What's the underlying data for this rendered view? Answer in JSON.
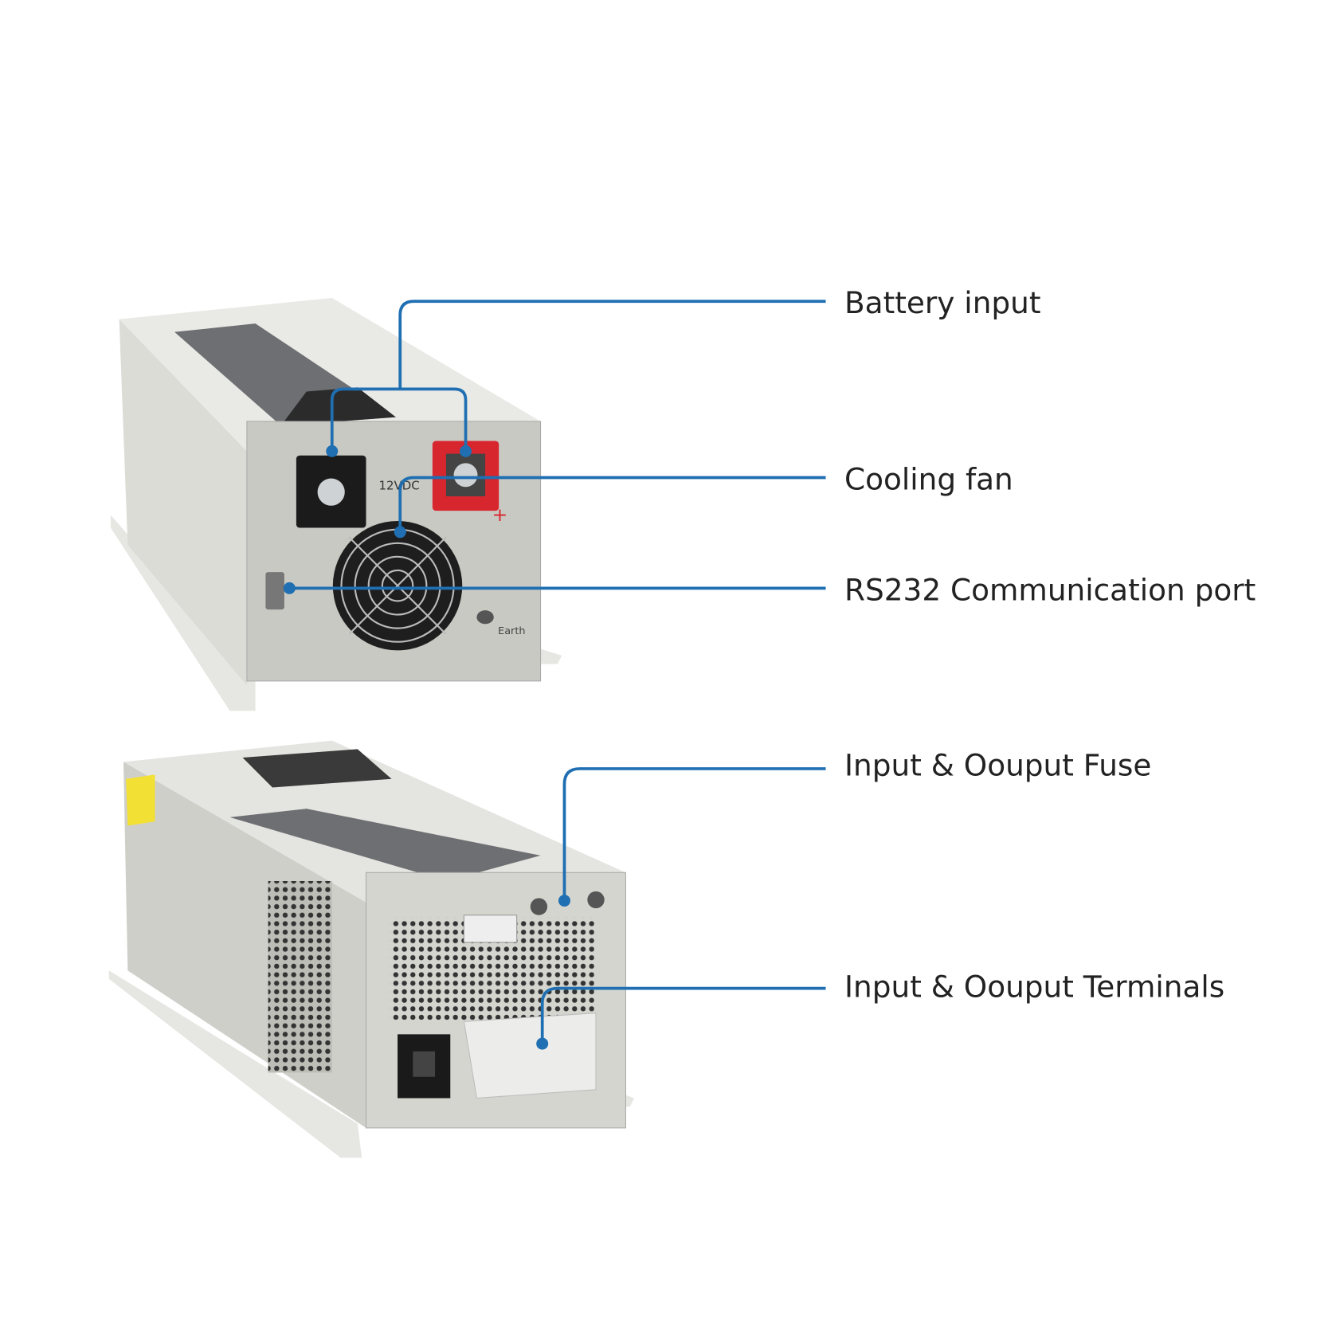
{
  "callouts": {
    "battery_input": "Battery input",
    "cooling_fan": "Cooling fan",
    "rs232_port": "RS232 Communication port",
    "fuse": "Input & Oouput Fuse",
    "terminals": "Input & Oouput Terminals"
  },
  "device_text": {
    "voltage_label": "12VDC",
    "earth_label": "Earth"
  },
  "colors": {
    "callout_line": "#1f6fb2",
    "positive_terminal": "#d8262e",
    "casing": "#d9d9d4"
  }
}
